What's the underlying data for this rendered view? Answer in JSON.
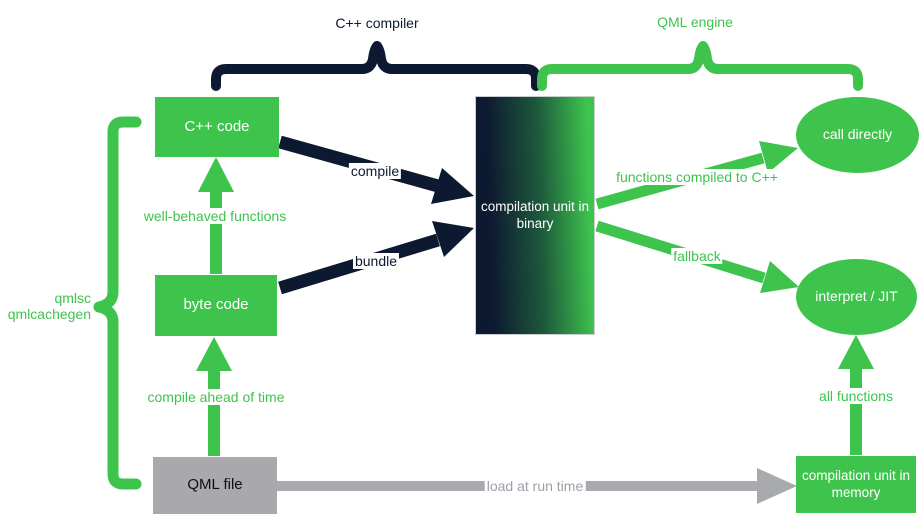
{
  "diagram": {
    "title_left": "C++ compiler",
    "title_right": "QML engine",
    "side_label": "qmlsc\nqmlcachegen",
    "nodes": {
      "cpp_code": "C++ code",
      "byte_code": "byte code",
      "qml_file": "QML file",
      "unit_binary": "compilation unit in binary",
      "unit_memory": "compilation unit in memory",
      "call_directly": "call directly",
      "interpret_jit": "interpret / JIT"
    },
    "edges": {
      "well_behaved": "well-behaved functions",
      "compile": "compile",
      "bundle": "bundle",
      "compile_aot": "compile ahead of time",
      "functions_cpp": "functions compiled to C++",
      "fallback": "fallback",
      "load_runtime": "load at run time",
      "all_functions": "all functions"
    },
    "colors": {
      "green": "#3ec44d",
      "dark_navy": "#0d1930",
      "box_gray": "#a9a9ad",
      "label_gray": "#9ba0a8",
      "node_text": "#ffffff"
    }
  }
}
